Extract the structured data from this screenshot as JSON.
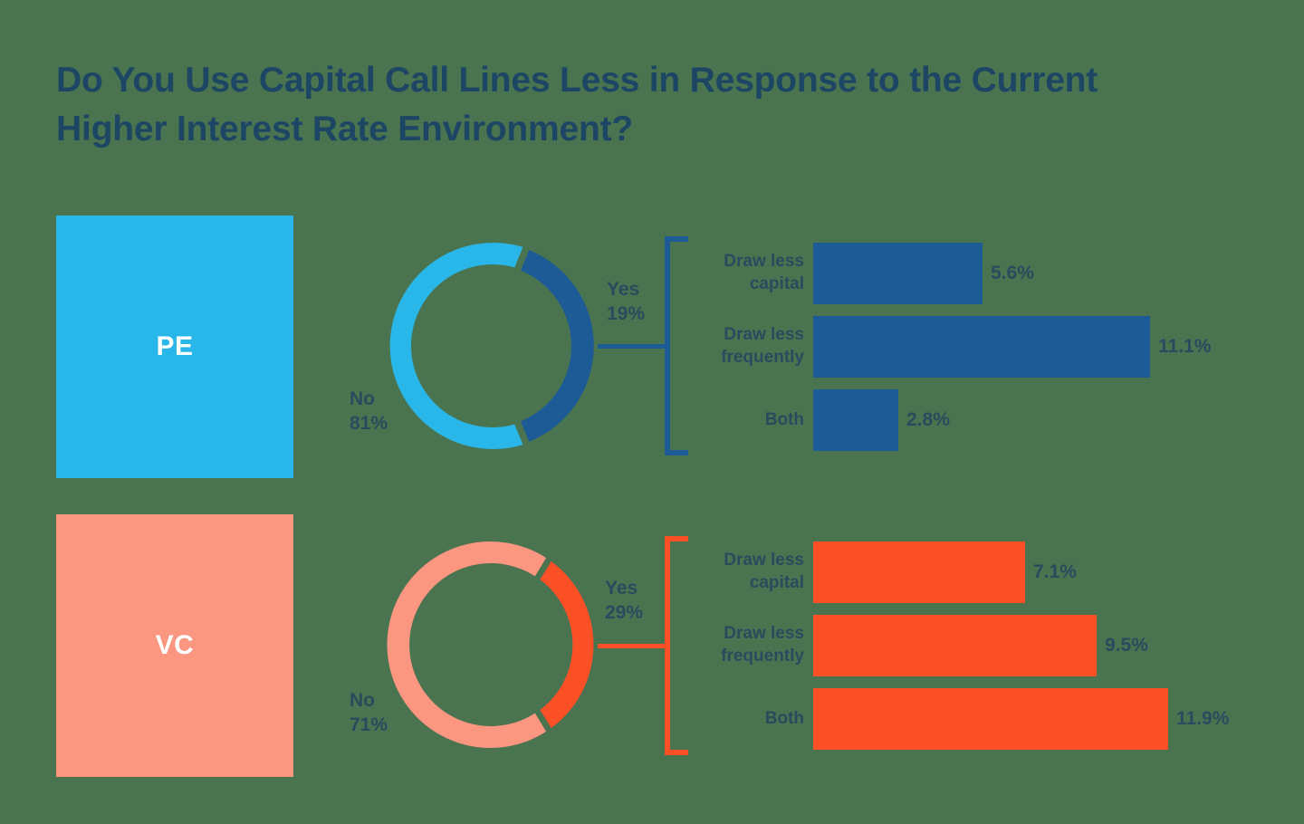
{
  "title": "Do You Use Capital Call Lines Less in Response to the Current Higher Interest Rate Environment?",
  "colors": {
    "background": "#4a7350",
    "title_text": "#1d4665",
    "body_text": "#2c4a5e",
    "pe_light": "#29b6e8",
    "pe_dark": "#1d5b96",
    "vc_light": "#fb9680",
    "vc_dark": "#fb4f26",
    "block_text": "#ffffff"
  },
  "groups": [
    {
      "key": "pe",
      "block_label": "PE",
      "donut": {
        "no_label": "No",
        "no_value": "81%",
        "yes_label": "Yes",
        "yes_value": "19%"
      },
      "bars": [
        {
          "label": "Draw less capital",
          "value": "5.6%"
        },
        {
          "label": "Draw less frequently",
          "value": "11.1%"
        },
        {
          "label": "Both",
          "value": "2.8%"
        }
      ]
    },
    {
      "key": "vc",
      "block_label": "VC",
      "donut": {
        "no_label": "No",
        "no_value": "71%",
        "yes_label": "Yes",
        "yes_value": "29%"
      },
      "bars": [
        {
          "label": "Draw less capital",
          "value": "7.1%"
        },
        {
          "label": "Draw less frequently",
          "value": "9.5%"
        },
        {
          "label": "Both",
          "value": "11.9%"
        }
      ]
    }
  ],
  "chart_data": [
    {
      "type": "pie",
      "title": "PE — Do you use capital call lines less?",
      "labels": [
        "No",
        "Yes"
      ],
      "values": [
        81,
        19
      ],
      "colors": [
        "#29b6e8",
        "#1d5b96"
      ],
      "donut": true,
      "legend": "outside-labels",
      "unit": "%"
    },
    {
      "type": "bar",
      "title": "PE — How usage changed",
      "orientation": "horizontal",
      "categories": [
        "Draw less capital",
        "Draw less frequently",
        "Both"
      ],
      "values": [
        5.6,
        11.1,
        2.8
      ],
      "color": "#1d5b96",
      "xlabel": "",
      "ylabel": "",
      "xlim": [
        0,
        12
      ],
      "grid": false,
      "data_labels": [
        "5.6%",
        "11.1%",
        "2.8%"
      ],
      "unit": "%"
    },
    {
      "type": "pie",
      "title": "VC — Do you use capital call lines less?",
      "labels": [
        "No",
        "Yes"
      ],
      "values": [
        71,
        29
      ],
      "colors": [
        "#fb9680",
        "#fb4f26"
      ],
      "donut": true,
      "legend": "outside-labels",
      "unit": "%"
    },
    {
      "type": "bar",
      "title": "VC — How usage changed",
      "orientation": "horizontal",
      "categories": [
        "Draw less capital",
        "Draw less frequently",
        "Both"
      ],
      "values": [
        7.1,
        9.5,
        11.9
      ],
      "color": "#fb4f26",
      "xlabel": "",
      "ylabel": "",
      "xlim": [
        0,
        12
      ],
      "grid": false,
      "data_labels": [
        "7.1%",
        "9.5%",
        "11.9%"
      ],
      "unit": "%"
    }
  ]
}
